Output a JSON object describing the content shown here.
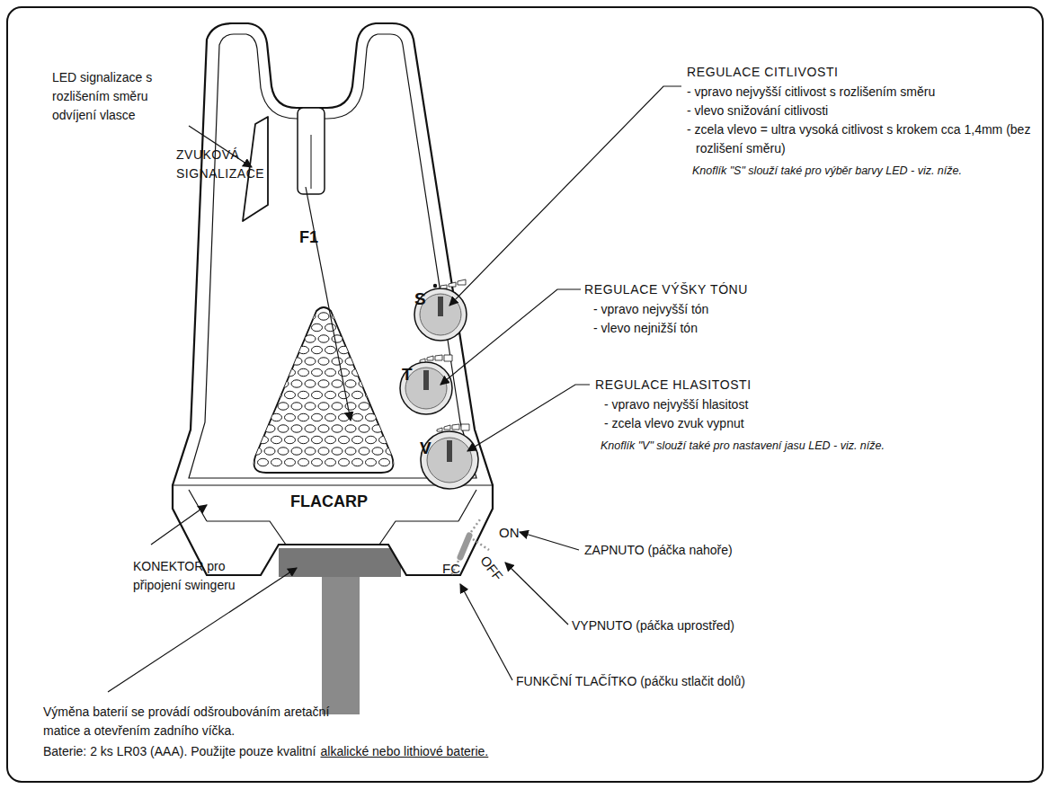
{
  "diagram": {
    "labels": [
      "LED signalizace s rozlišením směru odvíjení vlasce",
      "REGULACE CITLIVOSTI",
      "- vpravo nejvyšší citlivost s rozlišením směru",
      "- vlevo snižování citlivosti",
      "- zcela vlevo = ultra vysoká citlivost s krokem cca 1,4mm (bez rozlišení směru)",
      "Knoflík \"S\" slouží také pro výběr barvy LED - viz. níže.",
      "S",
      "T",
      "V",
      "F1",
      "FLACARP",
      "ZVUKOVÁ SIGNALIZACE",
      "REGULACE VÝŠKY TÓNU",
      "- vpravo nejvyšší tón",
      "- vlevo nejnižší tón",
      "REGULACE HLASITOSTI",
      "- vpravo nejvyšší hlasitost",
      "- zcela vlevo zvuk vypnut",
      "Knoflík \"V\" slouží také pro nastavení jasu LED - viz. níže.",
      "ON",
      "OFF",
      "FC",
      "KONEKTOR pro připojení swingeru",
      "ZAPNUTO (páčka nahoře)",
      "VYPNUTO (páčka uprostřed)",
      "FUNKČNÍ TLAČÍTKO (páčku stlačit dolů)",
      "Výměna baterií se provádí odšroubováním aretační matice a otevřením zadního víčka.",
      "Baterie: 2 ks LR03 (AAA). Použijte pouze kvalitní",
      "alkalické nebo lithiové baterie."
    ]
  }
}
